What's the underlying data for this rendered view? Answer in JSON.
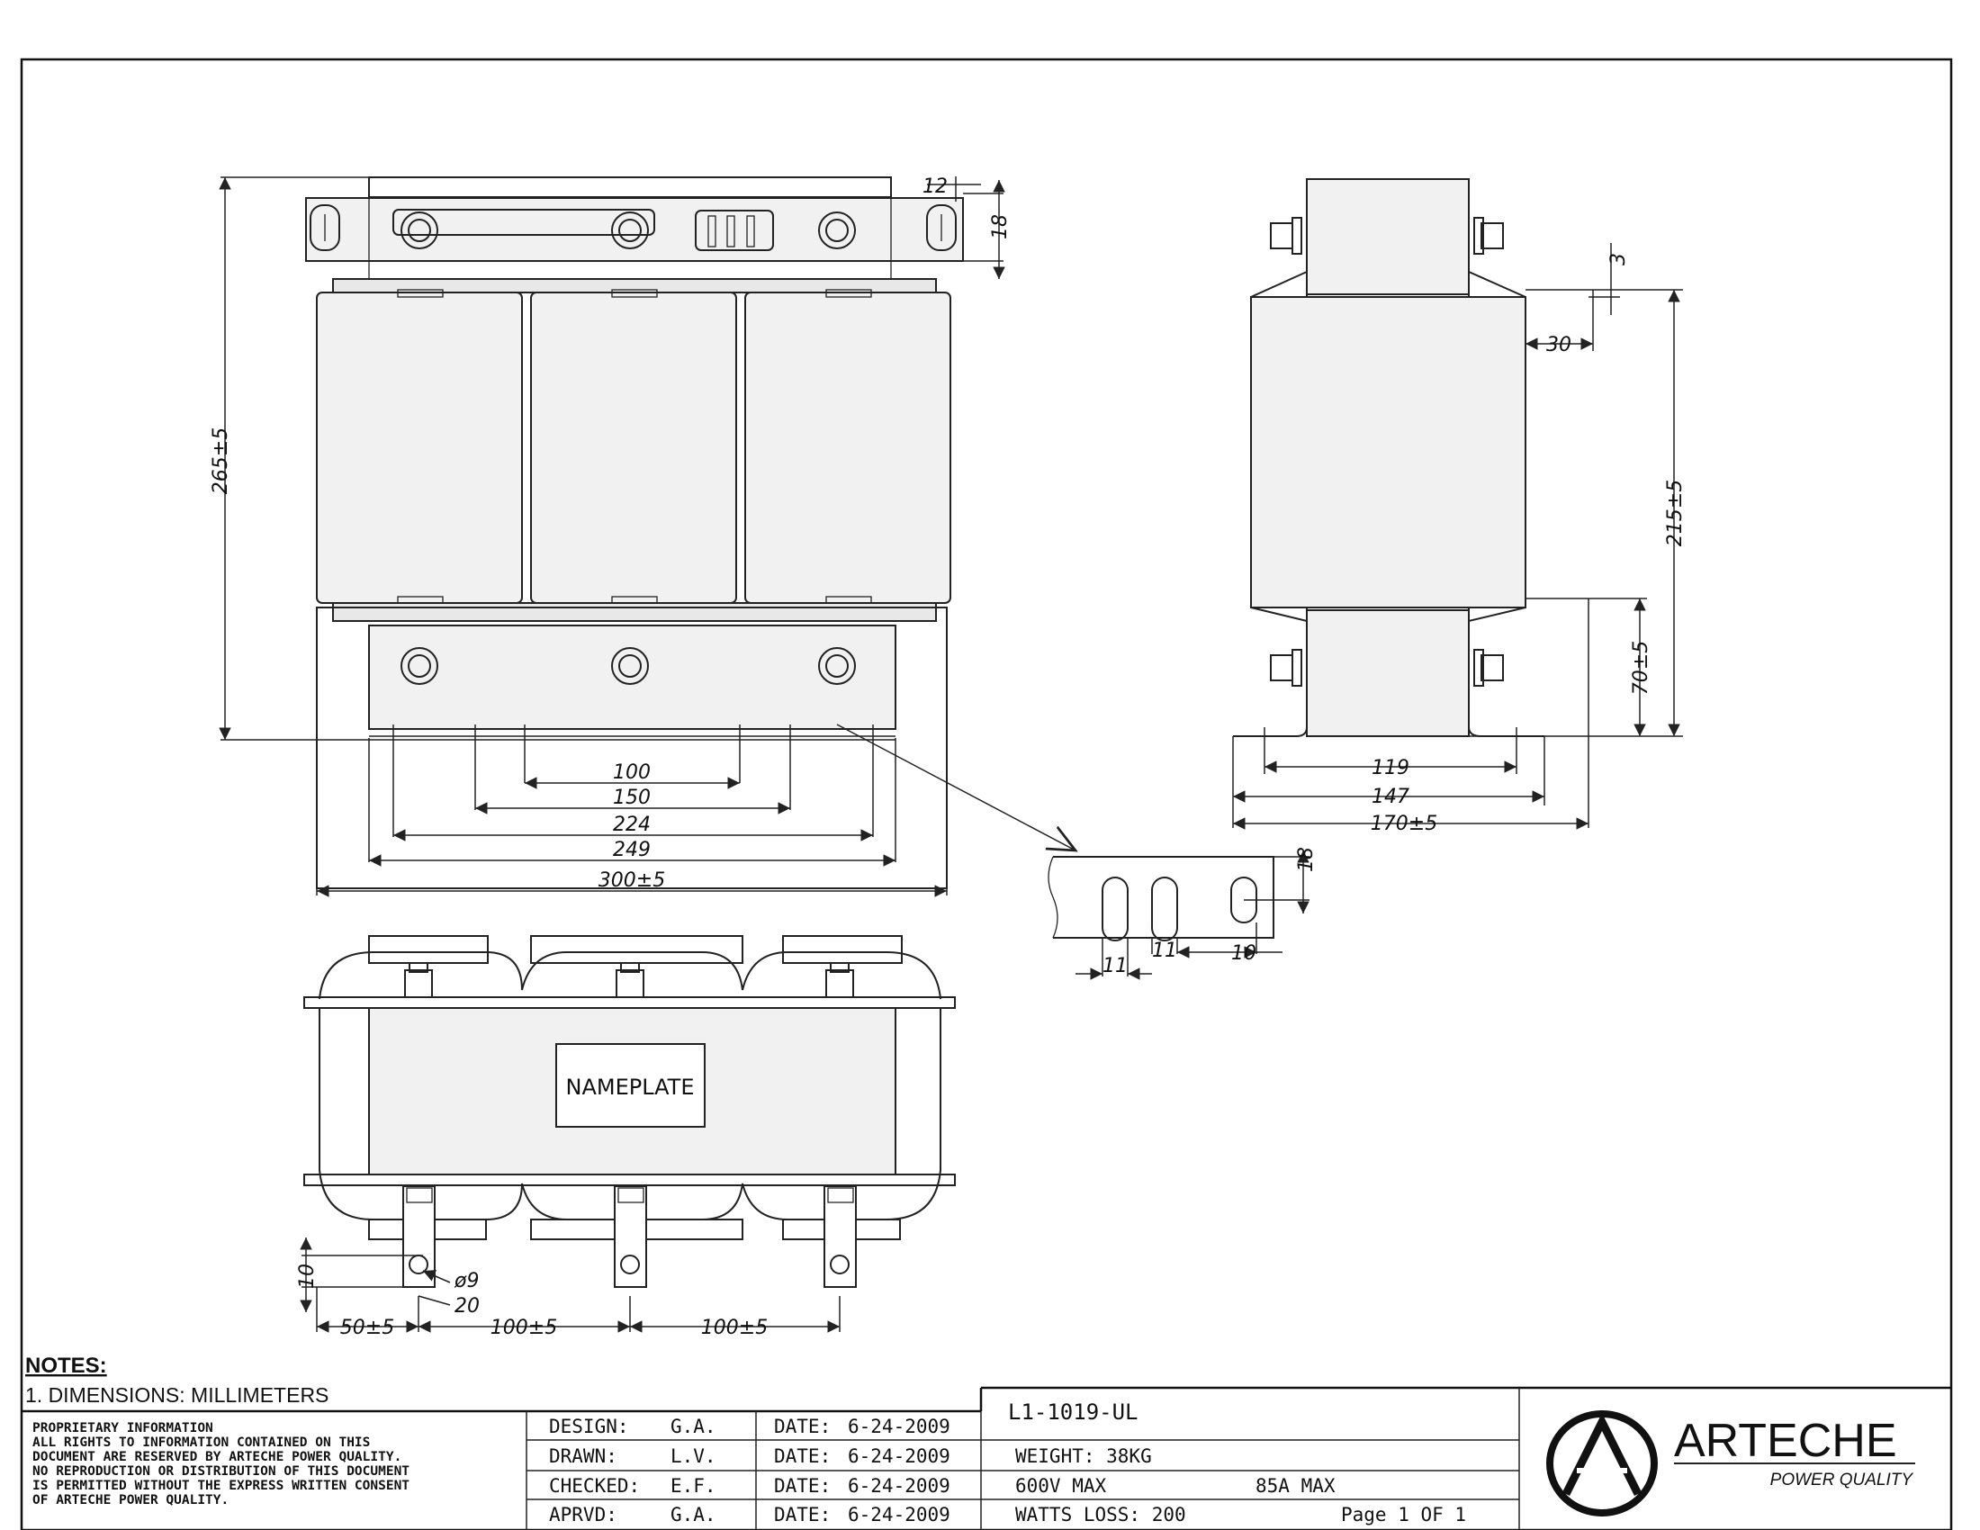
{
  "notes": {
    "title": "NOTES:",
    "items": [
      "1. DIMENSIONS: MILLIMETERS"
    ]
  },
  "proprietary": {
    "lines": [
      "PROPRIETARY INFORMATION",
      " ALL RIGHTS TO INFORMATION CONTAINED ON THIS",
      " DOCUMENT ARE RESERVED BY ARTECHE POWER QUALITY.",
      "NO REPRODUCTION OR DISTRIBUTION OF THIS DOCUMENT",
      "IS PERMITTED WITHOUT THE EXPRESS WRITTEN CONSENT",
      "OF ARTECHE POWER QUALITY."
    ]
  },
  "approvals": [
    {
      "role": "DESIGN:",
      "initials": "G.A.",
      "date_label": "DATE:",
      "date": "6-24-2009"
    },
    {
      "role": "DRAWN:",
      "initials": "L.V.",
      "date_label": "DATE:",
      "date": "6-24-2009"
    },
    {
      "role": "CHECKED:",
      "initials": "E.F.",
      "date_label": "DATE:",
      "date": "6-24-2009"
    },
    {
      "role": "APRVD:",
      "initials": "G.A.",
      "date_label": "DATE:",
      "date": "6-24-2009"
    }
  ],
  "part": {
    "number": "L1-1019-UL",
    "weight": "WEIGHT: 38KG",
    "voltage": "600V MAX",
    "current": "85A MAX",
    "watts_loss": "WATTS LOSS: 200",
    "page": "Page 1 OF 1"
  },
  "logo": {
    "name": "ARTECHE",
    "tagline": "POWER QUALITY"
  },
  "nameplate_label": "NAMEPLATE",
  "dimensions": {
    "front": {
      "height": "265±5",
      "d100": "100",
      "d150": "150",
      "d224": "224",
      "d249": "249",
      "width": "300±5",
      "top_12": "12",
      "top_18": "18"
    },
    "side": {
      "d3": "3",
      "d30": "30",
      "height": "215±5",
      "base": "70±5",
      "d119": "119",
      "d147": "147",
      "d170": "170±5"
    },
    "detail": {
      "d18": "18",
      "d11a": "11",
      "d11b": "11",
      "d10": "10"
    },
    "bottom": {
      "d10": "10",
      "hole": "ø9",
      "d20": "20",
      "d50": "50±5",
      "d100a": "100±5",
      "d100b": "100±5"
    }
  }
}
